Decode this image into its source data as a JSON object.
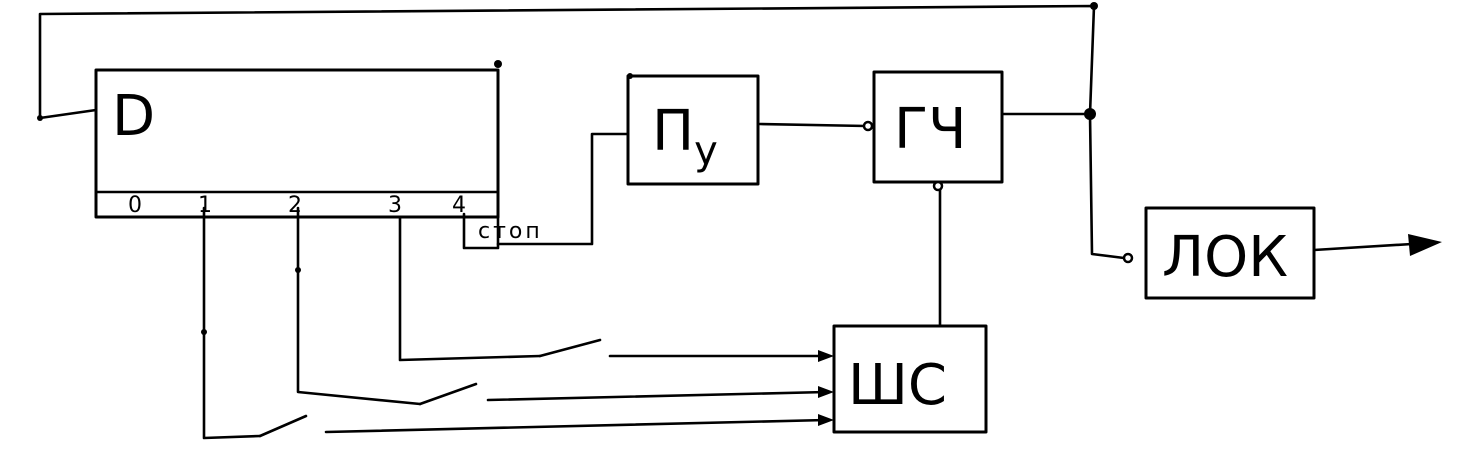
{
  "blocks": {
    "register": {
      "label": "D",
      "outputs": [
        "0",
        "1",
        "2",
        "3",
        "4"
      ],
      "stop_label": "стоп"
    },
    "pu": {
      "label_main": "П",
      "label_sub": "у"
    },
    "gch": {
      "label": "ГЧ"
    },
    "lok": {
      "label": "ЛОК"
    },
    "shs": {
      "label": "ШС"
    }
  }
}
